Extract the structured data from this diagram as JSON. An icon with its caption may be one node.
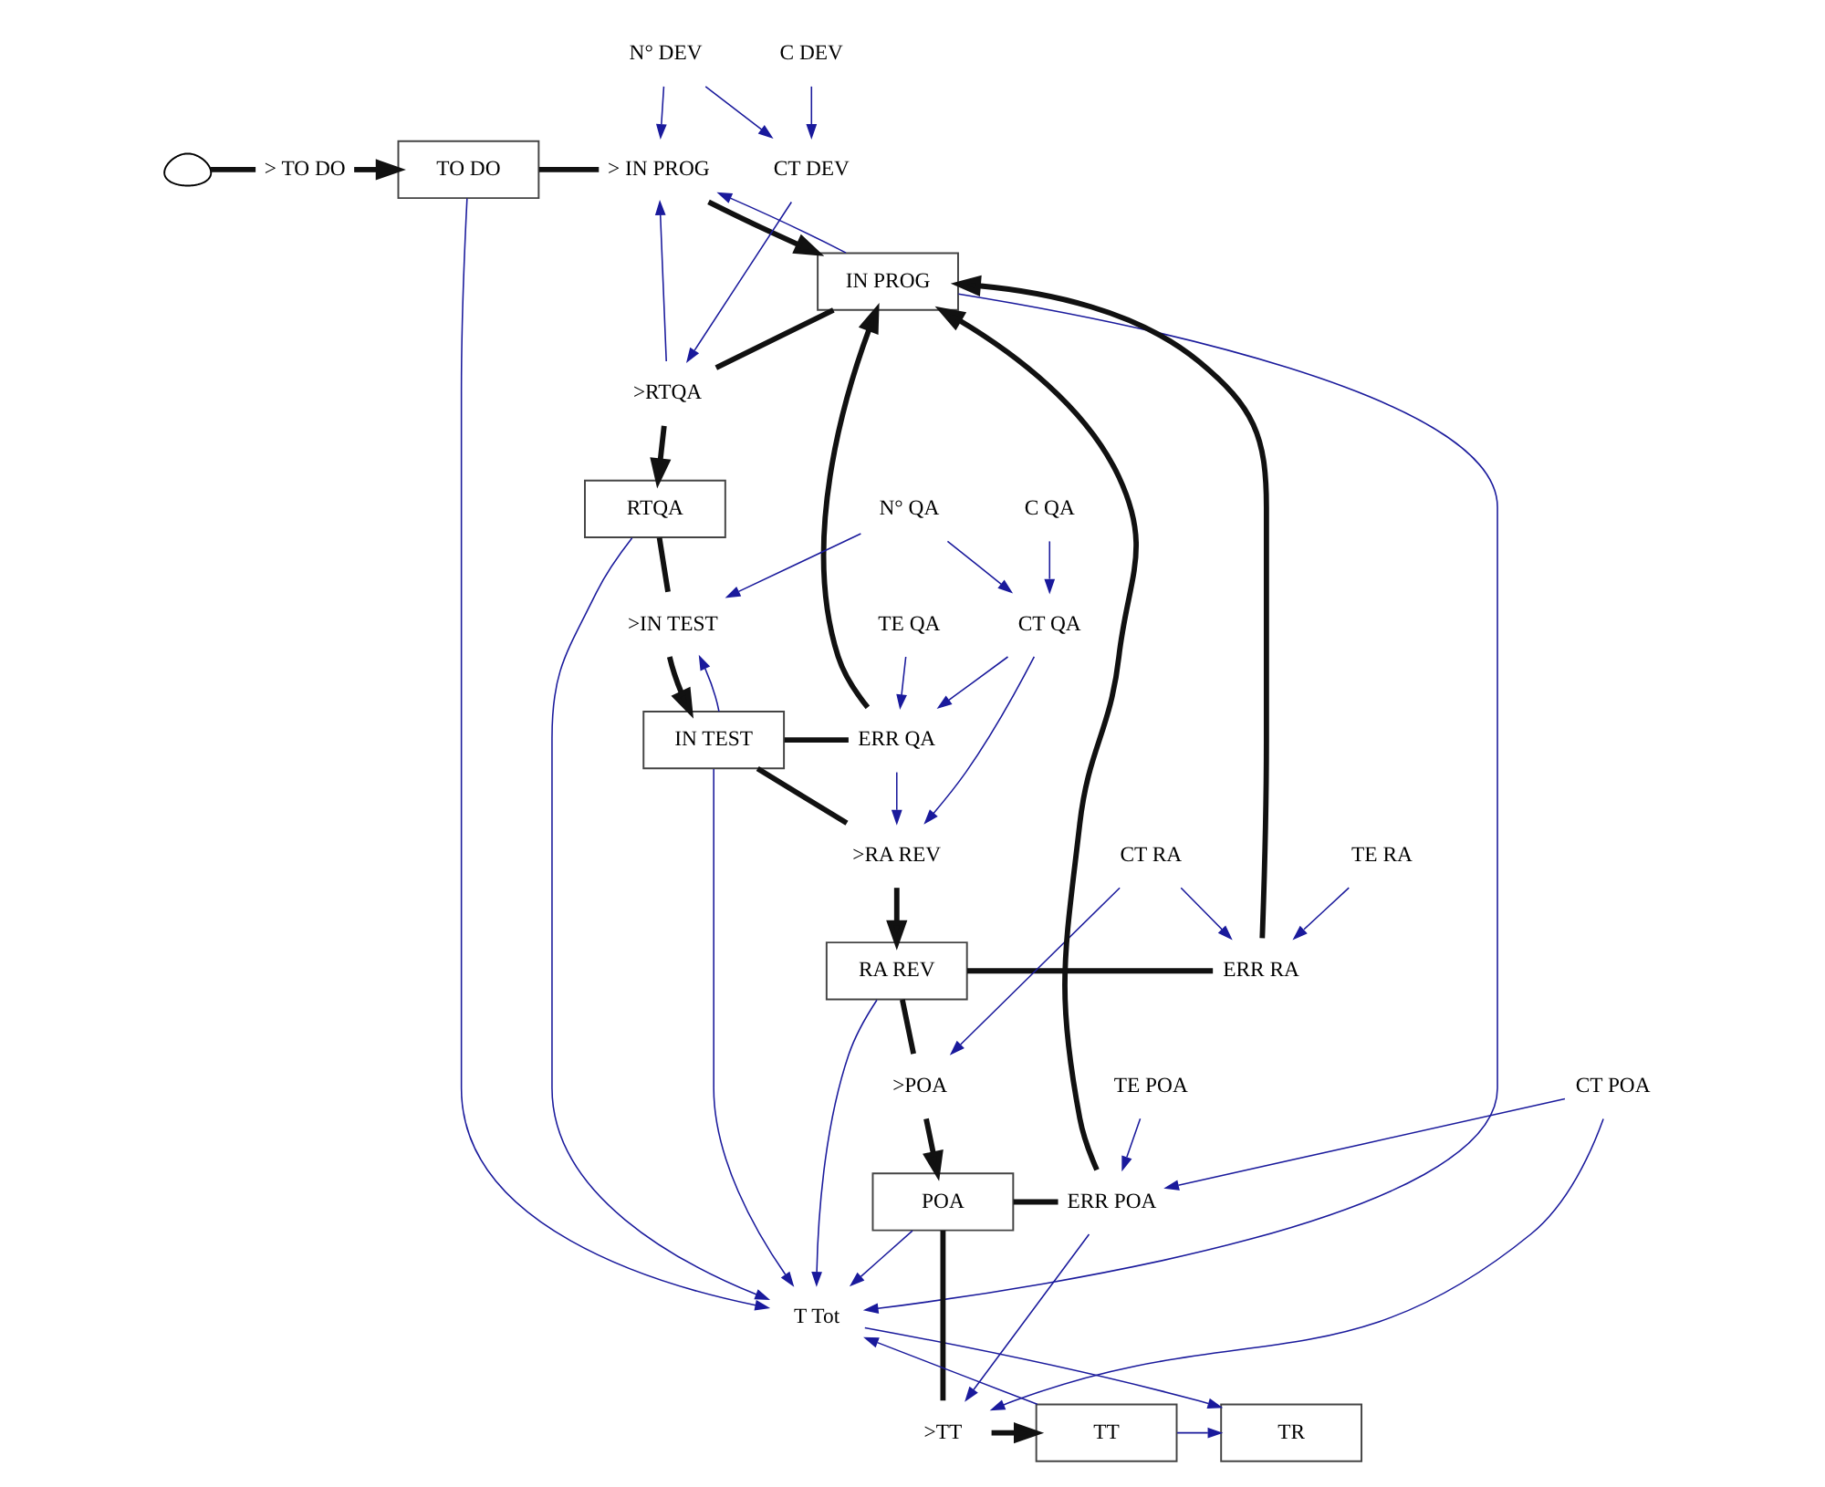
{
  "diagram": {
    "nodes": [
      {
        "text": [],
        "shape": "cloud"
      },
      {
        "text": [
          "> TO DO"
        ]
      },
      {
        "text": [
          "TO DO"
        ]
      },
      {
        "text": [
          "> IN PROG"
        ]
      },
      {
        "text": [
          "IN PROG"
        ]
      },
      {
        "text": [
          "N° DEV"
        ]
      },
      {
        "text": [
          ">RTQA"
        ]
      },
      {
        "text": [
          "CT DEV"
        ]
      },
      {
        "text": [
          "C DEV"
        ]
      },
      {
        "text": [
          "RTQA"
        ]
      },
      {
        "text": [
          ">IN TEST"
        ]
      },
      {
        "text": [
          "TE QA"
        ]
      },
      {
        "text": [
          "ERR QA"
        ]
      },
      {
        "text": [
          "IN TEST"
        ]
      },
      {
        "text": [
          "N° QA"
        ]
      },
      {
        "text": [
          ">RA REV"
        ]
      },
      {
        "text": [
          "CT QA"
        ]
      },
      {
        "text": [
          "C QA"
        ]
      },
      {
        "text": [
          "T Tot"
        ]
      },
      {
        "text": [
          "TE RA"
        ]
      },
      {
        "text": [
          "ERR RA"
        ]
      },
      {
        "text": [
          "RA REV"
        ]
      },
      {
        "text": [
          "CT RA"
        ]
      },
      {
        "text": [
          ">POA"
        ]
      },
      {
        "text": [
          "TE POA"
        ]
      },
      {
        "text": [
          "ERR POA"
        ]
      },
      {
        "text": [
          "POA"
        ]
      },
      {
        "text": [
          ">TT"
        ]
      },
      {
        "text": [
          "TT"
        ]
      },
      {
        "text": [
          "TR"
        ]
      },
      {
        "text": [
          "CT POA"
        ]
      }
    ],
    "edges": [
      {
        "from": 0,
        "to": 1,
        "arrow": "none",
        "style": "thick",
        "color": "#111111"
      },
      {
        "from": 1,
        "to": 2,
        "arrow": "to",
        "style": "thick",
        "color": "#111111"
      },
      {
        "from": 2,
        "to": 3,
        "arrow": "none",
        "style": "thick",
        "color": "#111111"
      },
      {
        "from": 3,
        "to": 4,
        "arrow": "to",
        "style": "thick",
        "color": "#111111"
      },
      {
        "from": 4,
        "to": 6,
        "arrow": "none",
        "style": "thick",
        "color": "#111111"
      },
      {
        "from": 6,
        "to": 9,
        "arrow": "to",
        "style": "thick",
        "color": "#111111"
      },
      {
        "from": 9,
        "to": 10,
        "arrow": "none",
        "style": "thick",
        "color": "#111111"
      },
      {
        "from": 10,
        "to": 13,
        "arrow": "to",
        "style": "thick",
        "color": "#111111"
      },
      {
        "from": 13,
        "to": 15,
        "arrow": "none",
        "style": "thick",
        "color": "#111111"
      },
      {
        "from": 15,
        "to": 21,
        "arrow": "to",
        "style": "thick",
        "color": "#111111"
      },
      {
        "from": 21,
        "to": 23,
        "arrow": "none",
        "style": "thick",
        "color": "#111111"
      },
      {
        "from": 23,
        "to": 26,
        "arrow": "to",
        "style": "thick",
        "color": "#111111"
      },
      {
        "from": 26,
        "to": 27,
        "arrow": "none",
        "style": "thick",
        "color": "#111111"
      },
      {
        "from": 27,
        "to": 28,
        "arrow": "to",
        "style": "thick",
        "color": "#111111"
      },
      {
        "from": 13,
        "to": 12,
        "arrow": "none",
        "style": "thick",
        "color": "#111111"
      },
      {
        "from": 12,
        "to": 4,
        "arrow": "to",
        "style": "thick",
        "color": "#111111"
      },
      {
        "from": 21,
        "to": 20,
        "arrow": "none",
        "style": "thick",
        "color": "#111111"
      },
      {
        "from": 20,
        "to": 4,
        "arrow": "to",
        "style": "thick",
        "color": "#111111"
      },
      {
        "from": 26,
        "to": 25,
        "arrow": "none",
        "style": "thick",
        "color": "#111111"
      },
      {
        "from": 25,
        "to": 4,
        "arrow": "to",
        "style": "thick",
        "color": "#111111"
      },
      {
        "from": 4,
        "to": 3,
        "arrow": "to"
      },
      {
        "from": 6,
        "to": 3,
        "arrow": "to"
      },
      {
        "from": 5,
        "to": 3,
        "arrow": "to"
      },
      {
        "from": 5,
        "to": 7,
        "arrow": "to"
      },
      {
        "from": 8,
        "to": 7,
        "arrow": "to"
      },
      {
        "from": 7,
        "to": 6,
        "arrow": "to"
      },
      {
        "from": 2,
        "to": 18,
        "arrow": "to"
      },
      {
        "from": 4,
        "to": 18,
        "arrow": "to"
      },
      {
        "from": 9,
        "to": 18,
        "arrow": "to"
      },
      {
        "from": 14,
        "to": 10,
        "arrow": "to"
      },
      {
        "from": 13,
        "to": 10,
        "arrow": "to"
      },
      {
        "from": 14,
        "to": 16,
        "arrow": "to"
      },
      {
        "from": 17,
        "to": 16,
        "arrow": "to"
      },
      {
        "from": 16,
        "to": 15,
        "arrow": "to"
      },
      {
        "from": 16,
        "to": 12,
        "arrow": "to"
      },
      {
        "from": 12,
        "to": 15,
        "arrow": "to"
      },
      {
        "from": 11,
        "to": 12,
        "arrow": "to"
      },
      {
        "from": 13,
        "to": 18,
        "arrow": "to"
      },
      {
        "from": 21,
        "to": 18,
        "arrow": "to"
      },
      {
        "from": 19,
        "to": 20,
        "arrow": "to"
      },
      {
        "from": 22,
        "to": 20,
        "arrow": "to"
      },
      {
        "from": 22,
        "to": 23,
        "arrow": "to"
      },
      {
        "from": 24,
        "to": 25,
        "arrow": "to"
      },
      {
        "from": 30,
        "to": 25,
        "arrow": "to"
      },
      {
        "from": 25,
        "to": 27,
        "arrow": "to"
      },
      {
        "from": 30,
        "to": 27,
        "arrow": "to"
      },
      {
        "from": 26,
        "to": 18,
        "arrow": "to"
      },
      {
        "from": 28,
        "to": 18,
        "arrow": "to"
      },
      {
        "from": 18,
        "to": 29,
        "arrow": "to"
      },
      {
        "from": 28,
        "to": 29,
        "arrow": "to"
      }
    ]
  }
}
